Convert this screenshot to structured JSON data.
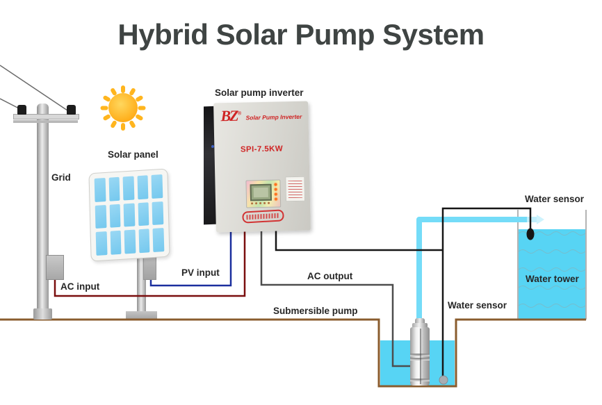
{
  "title": "Hybrid Solar Pump System",
  "labels": {
    "inverter": "Solar pump inverter",
    "solar_panel": "Solar panel",
    "grid": "Grid",
    "ac_input": "AC input",
    "pv_input": "PV input",
    "ac_output": "AC output",
    "submersible_pump": "Submersible pump",
    "water_sensor_tower": "Water sensor",
    "water_sensor_pit": "Water sensor",
    "water_tower": "Water tower"
  },
  "inverter": {
    "brand": "BZ",
    "trademark": "®",
    "header": "Solar Pump Inverter",
    "model": "SPI-7.5KW"
  },
  "colors": {
    "background": "#ffffff",
    "title_text": "#3f4443",
    "label_text": "#262626",
    "water": "#57d4f4",
    "pipe": "#74dcf8",
    "ground": "#8a5c2e",
    "panel_cell": "#74c8ee",
    "sun": "#ffb322",
    "inverter_accent": "#cf2424",
    "wire_ac_input": "#7a0e0e",
    "wire_pv_input": "#1b2f9e",
    "wire_ac_output": "#4d4d4d",
    "wire_sensor": "#161616"
  }
}
